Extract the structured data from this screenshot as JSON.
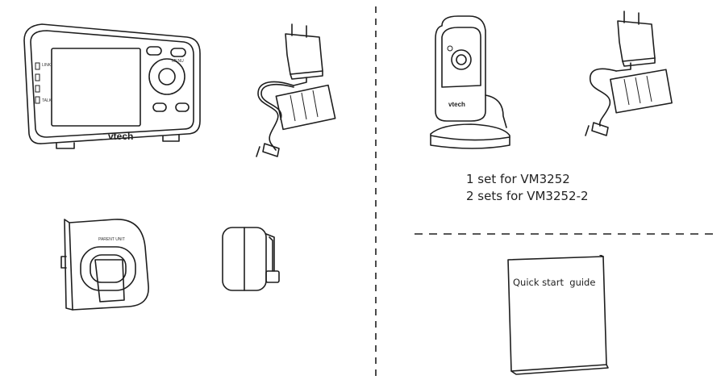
{
  "parent_unit": {
    "brand": "vtech",
    "side_labels": [
      "LINK",
      "TALK"
    ],
    "button_labels": [
      "MENU"
    ]
  },
  "belt_clip": {
    "label": "PARENT UNIT"
  },
  "camera": {
    "brand": "vtech"
  },
  "camera_caption": {
    "line1": "1 set for VM3252",
    "line2": "2 sets for VM3252-2"
  },
  "quick_start_guide": {
    "title": "Quick start  guide"
  },
  "colors": {
    "line": "#1e1e1e",
    "background": "#ffffff",
    "divider": "#1e1e1e"
  }
}
